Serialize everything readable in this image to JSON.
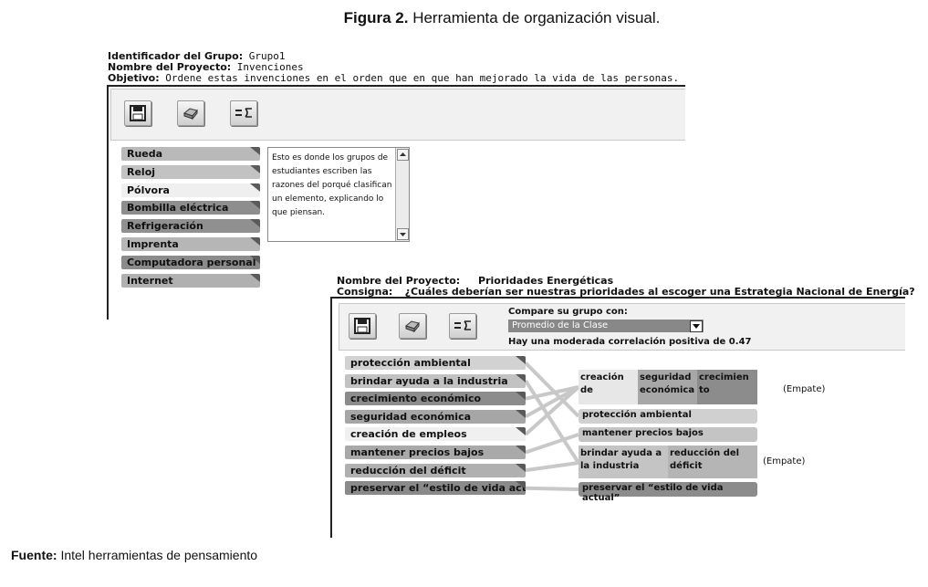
{
  "figure": {
    "label": "Figura 2.",
    "title": "Herramienta de organización visual."
  },
  "source": {
    "label": "Fuente:",
    "text": "Intel herramientas de pensamiento"
  },
  "panel1": {
    "group_id_label": "Identificador del Grupo:",
    "group_id_value": "Grupo1",
    "project_label": "Nombre del Proyecto:",
    "project_value": "Invenciones",
    "objective_label": "Objetivo:",
    "objective_value": "Ordene estas invenciones en el orden que en que han mejorado la vida de las personas.",
    "items": [
      "Rueda",
      "Reloj",
      "Pólvora",
      "Bombilla eléctrica",
      "Refrigeración",
      "Imprenta",
      "Computadora personal",
      "Internet"
    ],
    "item_shades": [
      "#b9b9b9",
      "#c2c2c2",
      "#efefef",
      "#8e8e8e",
      "#909090",
      "#b6b6b6",
      "#8b8b8b",
      "#b0b0b0"
    ],
    "textbox": "Esto es donde los grupos de estudiantes escriben las razones del porqué clasifican un elemento, explicando lo que piensan."
  },
  "panel2": {
    "project_label": "Nombre del Proyecto:",
    "project_value": "Prioridades Energéticas",
    "consigna_label": "Consigna:",
    "consigna_value": "¿Cuáles deberían ser nuestras prioridades al escoger una Estrategia Nacional de Energía?",
    "compare_label": "Compare su grupo con:",
    "compare_selected": "Promedio de la Clase",
    "correlation_text": "Hay una moderada correlación positiva de 0.47",
    "items": [
      "protección ambiental",
      "brindar ayuda a la industria",
      "crecimiento económico",
      "seguridad económica",
      "creación de empleos",
      "mantener precios bajos",
      "reducción del déficit",
      "preservar el “estilo de vida actual”"
    ],
    "item_shades": [
      "#d2d2d2",
      "#c2c2c2",
      "#8c8c8c",
      "#a6a6a6",
      "#f0f0f0",
      "#a9a9a9",
      "#b0b0b0",
      "#8a8a8a"
    ],
    "result_row1": [
      "creación de",
      "seguridad económica",
      "crecimien to"
    ],
    "result_row2": "protección ambiental",
    "result_row3": "mantener precios bajos",
    "result_row4": [
      "brindar ayuda a la industria",
      "reducción del déficit"
    ],
    "result_row5": "preservar el “estilo de vida actual”",
    "empate": "(Empate)"
  },
  "colors": {
    "line": "#c8c8c8",
    "panel_border": "#222222",
    "toolbar_bg": "#f1f1f1"
  },
  "icons": [
    "save-icon",
    "print-icon",
    "compare-icon",
    "dropdown-arrow-icon",
    "scroll-up-icon",
    "scroll-down-icon"
  ]
}
